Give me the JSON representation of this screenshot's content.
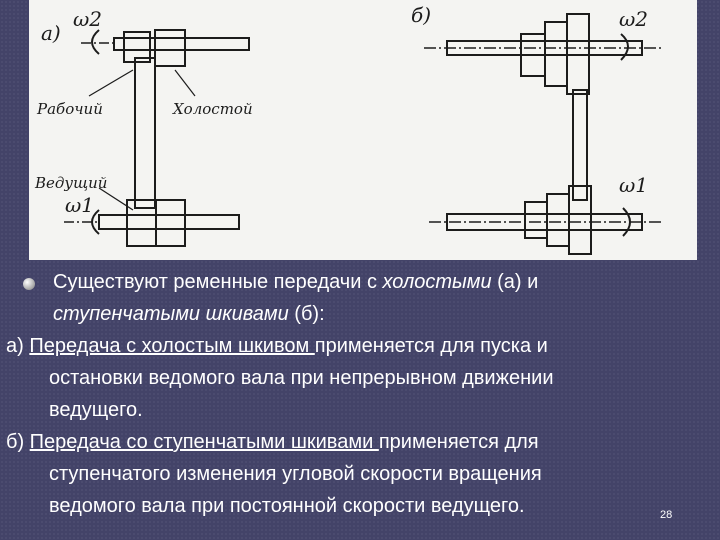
{
  "diagram": {
    "label_a": "а)",
    "label_b": "б)",
    "omega2_a": "ω2",
    "omega1_a": "ω1",
    "omega2_b": "ω2",
    "omega1_b": "ω1",
    "working_pulley": "Рабочий",
    "idle_pulley": "Холостой",
    "driving_pulley": "Ведущий"
  },
  "text": {
    "intro_1": "Существуют ременные передачи с ",
    "intro_idle": "холостыми",
    "intro_2": " (а) и",
    "intro_stepped": "ступенчатыми шкивами",
    "intro_3": " (б):",
    "a_prefix": "а) ",
    "a_underlined": "Передача с холостым шкивом ",
    "a_line1_rest": "применяется для пуска и",
    "a_line2": "остановки ведомого вала при непрерывном движении",
    "a_line3": "ведущего.",
    "b_prefix": "б) ",
    "b_underlined": "Передача со ступенчатыми шкивами ",
    "b_line1_rest": "применяется  для",
    "b_line2": "ступенчатого изменения угловой скорости вращения",
    "b_line3": "ведомого вала при постоянной скорости ведущего."
  },
  "page_number": "28"
}
